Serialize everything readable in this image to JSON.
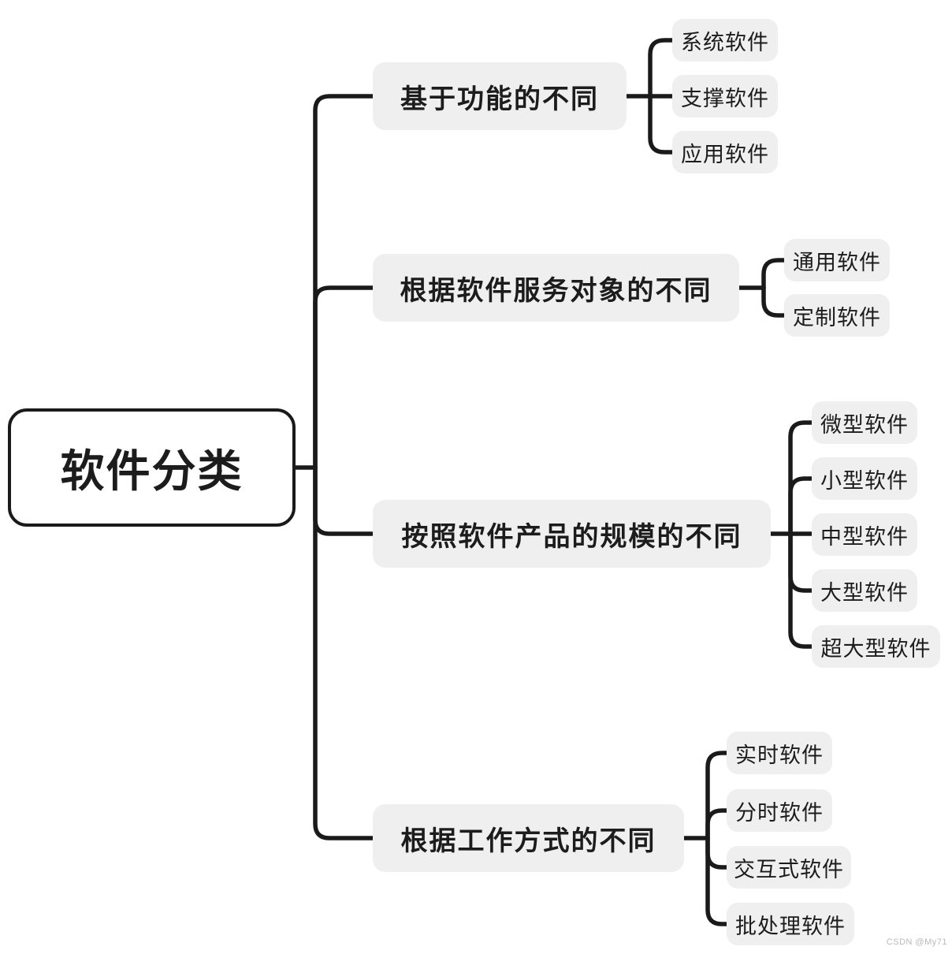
{
  "palette": {
    "node_fill": "#efefef",
    "line_color": "#1a1a1a",
    "text_color": "#1c1c1c",
    "root_fill": "#ffffff",
    "root_border": "#1a1a1a",
    "watermark_color": "#b9b9b9"
  },
  "watermark": "CSDN @My71",
  "mindmap": {
    "root": {
      "label": "软件分类"
    },
    "branches": [
      {
        "label": "基于功能的不同",
        "children": [
          "系统软件",
          "支撑软件",
          "应用软件"
        ]
      },
      {
        "label": "根据软件服务对象的不同",
        "children": [
          "通用软件",
          "定制软件"
        ]
      },
      {
        "label": "按照软件产品的规模的不同",
        "children": [
          "微型软件",
          "小型软件",
          "中型软件",
          "大型软件",
          "超大型软件"
        ]
      },
      {
        "label": "根据工作方式的不同",
        "children": [
          "实时软件",
          "分时软件",
          "交互式软件",
          "批处理软件"
        ]
      }
    ]
  }
}
